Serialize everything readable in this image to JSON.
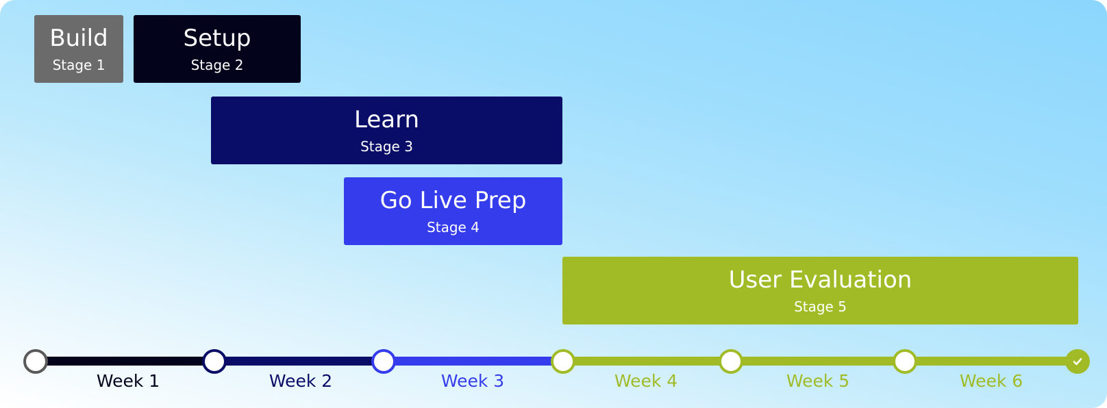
{
  "stages": [
    {
      "name": "Build",
      "sub": "Stage 1"
    },
    {
      "name": "Setup",
      "sub": "Stage 2"
    },
    {
      "name": "Learn",
      "sub": "Stage 3"
    },
    {
      "name": "Go Live Prep",
      "sub": "Stage 4"
    },
    {
      "name": "User Evaluation",
      "sub": "Stage 5"
    }
  ],
  "weeks": [
    "Week 1",
    "Week 2",
    "Week 3",
    "Week 4",
    "Week 5",
    "Week 6"
  ],
  "colors": {
    "stage1": "#6b6b6b",
    "stage2": "#03031c",
    "stage3": "#0a0d68",
    "stage4": "#353ceb",
    "stage5": "#a1bb27"
  },
  "timeline_end_icon": "check-icon"
}
